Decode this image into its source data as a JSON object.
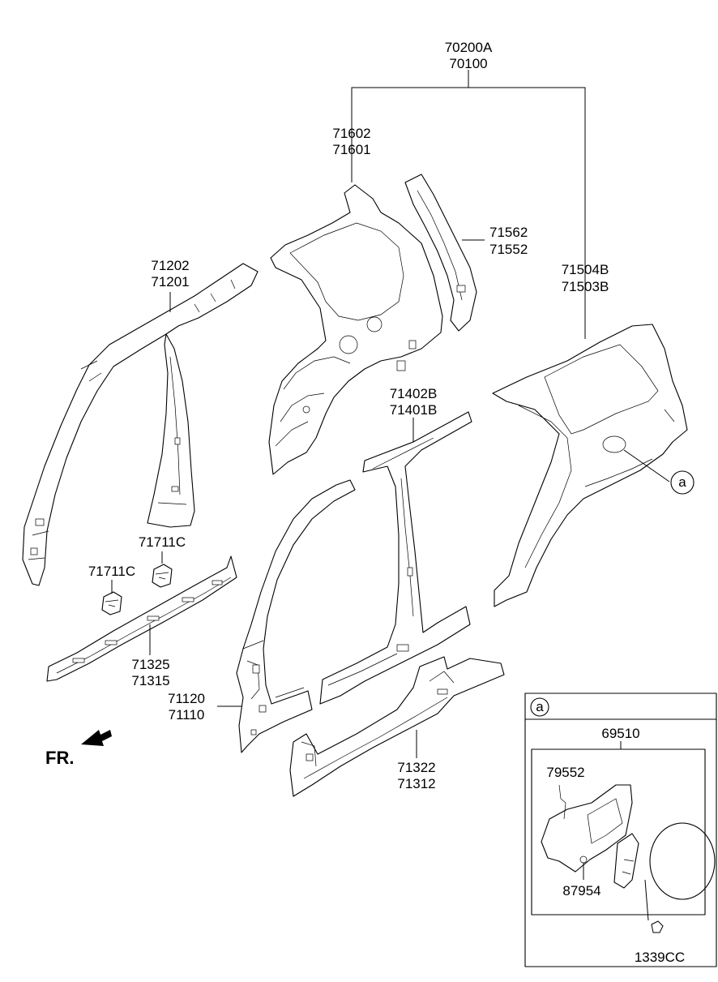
{
  "labels": {
    "top_a": "70200A",
    "top_b": "70100",
    "inner_quarter_a": "71602",
    "inner_quarter_b": "71601",
    "pillar_rear_a": "71562",
    "pillar_rear_b": "71552",
    "quarter_outer_a": "71504B",
    "quarter_outer_b": "71503B",
    "roof_rail_a": "71202",
    "roof_rail_b": "71201",
    "center_pillar_a": "71402B",
    "center_pillar_b": "71401B",
    "clip_upper": "71711C",
    "clip_lower": "71711C",
    "sill_inner_a": "71325",
    "sill_inner_b": "71315",
    "side_outer_a": "71120",
    "side_outer_b": "71110",
    "sill_outer_a": "71322",
    "sill_outer_b": "71312",
    "callout_a": "a",
    "front_indicator": "FR."
  },
  "detail_box": {
    "tag": "a",
    "assembly": "69510",
    "parts": [
      "79552",
      "87954",
      "1339CC"
    ]
  },
  "icons": [
    "front-arrow-icon"
  ]
}
